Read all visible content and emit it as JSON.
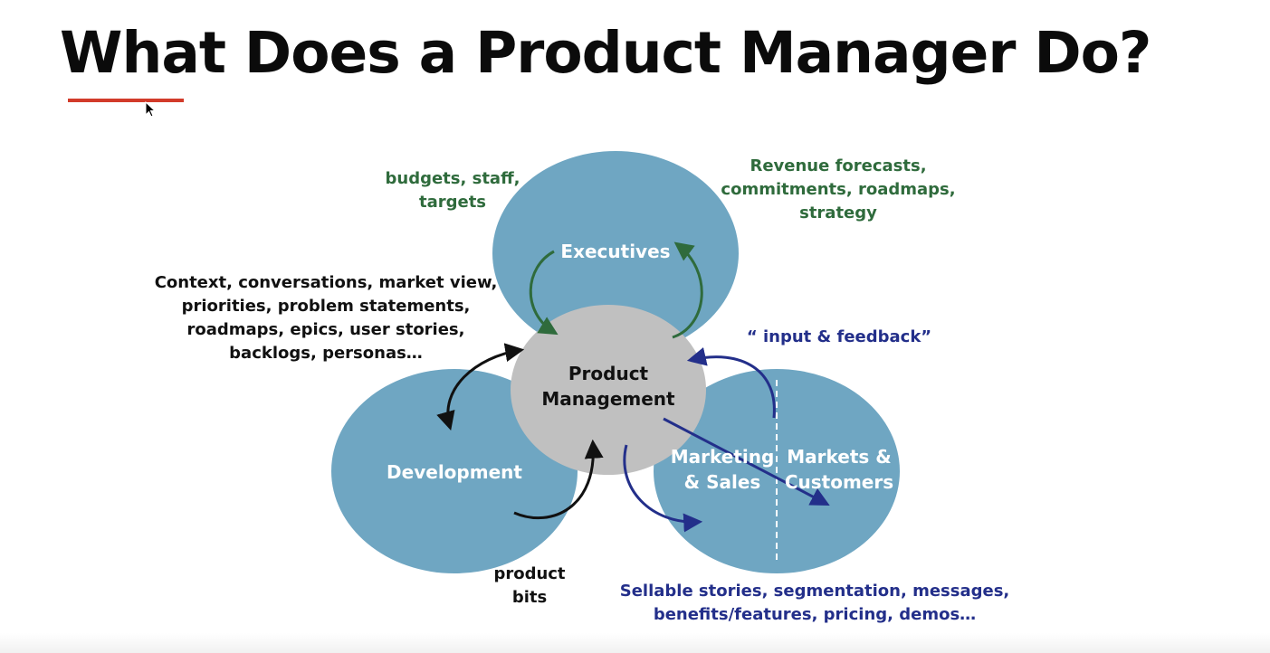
{
  "slide": {
    "title": "What Does a Product Manager Do?"
  },
  "diagram": {
    "nodes": {
      "executives": "Executives",
      "development": "Development",
      "product_management_line1": "Product",
      "product_management_line2": "Management",
      "marketing_sales_line1": "Marketing",
      "marketing_sales_line2": "& Sales",
      "markets_customers_line1": "Markets &",
      "markets_customers_line2": "Customers"
    },
    "annotations": {
      "exec_in_line1": "budgets, staff,",
      "exec_in_line2": "targets",
      "exec_out_line1": "Revenue forecasts,",
      "exec_out_line2": "commitments, roadmaps,",
      "exec_out_line3": "strategy",
      "dev_line1": "Context, conversations, market view,",
      "dev_line2": "priorities, problem statements,",
      "dev_line3": "roadmaps, epics, user stories,",
      "dev_line4": "backlogs, personas…",
      "feedback": "“ input & feedback”",
      "product_bits_line1": "product",
      "product_bits_line2": "bits",
      "marketing_line1": "Sellable stories, segmentation, messages,",
      "marketing_line2": "benefits/features, pricing, demos…"
    }
  },
  "colors": {
    "circle": "#6fa6c2",
    "center": "#c0c0c0",
    "green_text": "#2f6b3c",
    "navy_text": "#232f8a",
    "accent_underline": "#d23b2a"
  }
}
